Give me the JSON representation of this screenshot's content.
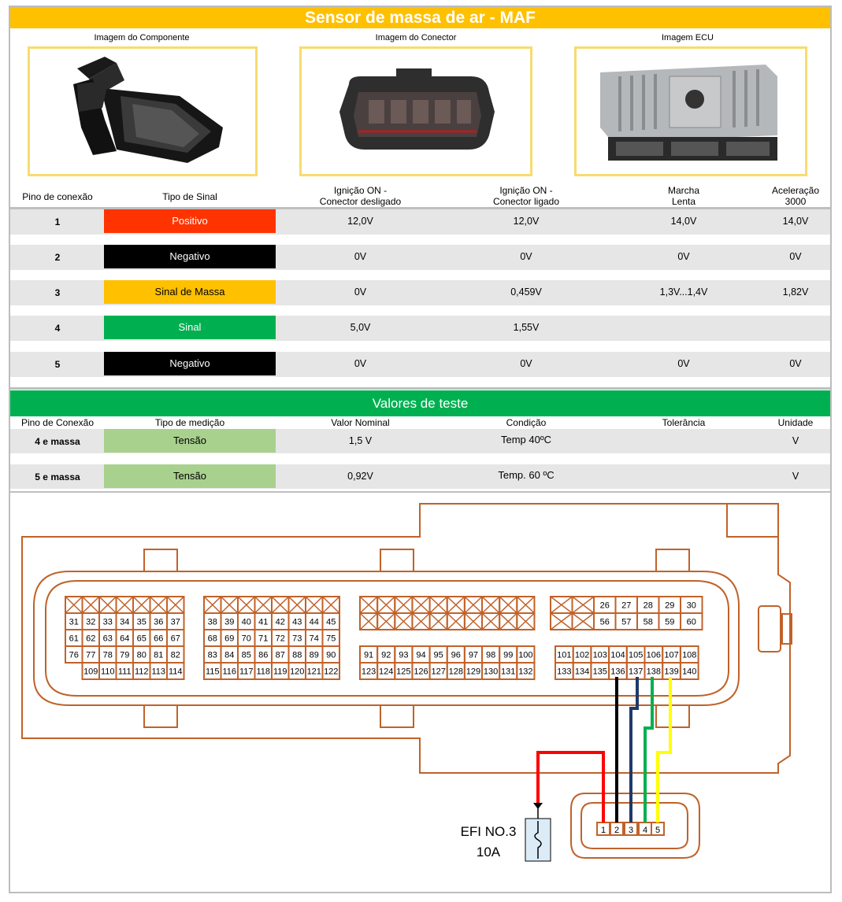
{
  "title": "Sensor de massa de ar - MAF",
  "images": {
    "component": "Imagem do Componente",
    "connector": "Imagem do Conector",
    "ecu": "Imagem ECU"
  },
  "table1": {
    "headers": {
      "pin": "Pino de conexão",
      "signal": "Tipo de Sinal",
      "ign_off_1": "Ignição ON -",
      "ign_off_2": "Conector desligado",
      "ign_on_1": "Ignição ON -",
      "ign_on_2": "Conector ligado",
      "idle_1": "Marcha",
      "idle_2": "Lenta",
      "accel_1": "Aceleração",
      "accel_2": "3000"
    },
    "rows": [
      {
        "pin": "1",
        "signal": "Positivo",
        "color": "#ff3300",
        "text": "#ffffff",
        "v1": "12,0V",
        "v2": "12,0V",
        "v3": "14,0V",
        "v4": "14,0V"
      },
      {
        "pin": "2",
        "signal": "Negativo",
        "color": "#000000",
        "text": "#ffffff",
        "v1": "0V",
        "v2": "0V",
        "v3": "0V",
        "v4": "0V"
      },
      {
        "pin": "3",
        "signal": "Sinal de Massa",
        "color": "#ffc000",
        "text": "#000000",
        "v1": "0V",
        "v2": "0,459V",
        "v3": "1,3V...1,4V",
        "v4": "1,82V"
      },
      {
        "pin": "4",
        "signal": "Sinal",
        "color": "#00b050",
        "text": "#ffffff",
        "v1": "5,0V",
        "v2": "1,55V",
        "v3": "",
        "v4": ""
      },
      {
        "pin": "5",
        "signal": "Negativo",
        "color": "#000000",
        "text": "#ffffff",
        "v1": "0V",
        "v2": "0V",
        "v3": "0V",
        "v4": "0V"
      }
    ]
  },
  "test": {
    "title": "Valores de teste",
    "headers": {
      "pin": "Pino de Conexão",
      "type": "Tipo de medição",
      "nominal": "Valor Nominal",
      "condition": "Condição",
      "tolerance": "Tolerância",
      "unit": "Unidade"
    },
    "rows": [
      {
        "pin": "4 e massa",
        "type": "Tensão",
        "nominal": "1,5 V",
        "condition": "Temp 40ºC",
        "tolerance": "",
        "unit": "V"
      },
      {
        "pin": "5 e massa",
        "type": "Tensão",
        "nominal": "0,92V",
        "condition": "Temp. 60 ºC",
        "tolerance": "",
        "unit": "V"
      }
    ]
  },
  "diagram": {
    "fuse_label_1": "EFI NO.3",
    "fuse_label_2": "10A",
    "pin_groups": [
      {
        "rows": [
          [
            "",
            "",
            "",
            "",
            "",
            "",
            "",
            ""
          ],
          [
            "31",
            "32",
            "33",
            "34",
            "35",
            "36",
            "37"
          ],
          [
            "61",
            "62",
            "63",
            "64",
            "65",
            "66",
            "67"
          ],
          [
            "76",
            "77",
            "78",
            "79",
            "80",
            "81",
            "82"
          ],
          [
            "109",
            "110",
            "111",
            "112",
            "113",
            "114"
          ]
        ]
      },
      {
        "rows": [
          [
            "",
            "",
            "",
            "",
            "",
            "",
            "",
            ""
          ],
          [
            "38",
            "39",
            "40",
            "41",
            "42",
            "43",
            "44",
            "45"
          ],
          [
            "68",
            "69",
            "70",
            "71",
            "72",
            "73",
            "74",
            "75"
          ],
          [
            "83",
            "84",
            "85",
            "86",
            "87",
            "88",
            "89",
            "90"
          ],
          [
            "115",
            "116",
            "117",
            "118",
            "119",
            "120",
            "121",
            "122"
          ]
        ]
      },
      {
        "rows": [
          [
            "91",
            "92",
            "93",
            "94",
            "95",
            "96",
            "97",
            "98",
            "99",
            "100"
          ],
          [
            "123",
            "124",
            "125",
            "126",
            "127",
            "128",
            "129",
            "130",
            "131",
            "132"
          ]
        ]
      },
      {
        "rows": [
          [
            "26",
            "27",
            "28",
            "29",
            "30"
          ],
          [
            "56",
            "57",
            "58",
            "59",
            "60"
          ],
          [
            "101",
            "102",
            "103",
            "104",
            "105",
            "106",
            "107",
            "108"
          ],
          [
            "133",
            "134",
            "135",
            "136",
            "137",
            "138",
            "139",
            "140"
          ]
        ]
      }
    ],
    "connector_pins": [
      "1",
      "2",
      "3",
      "4",
      "5"
    ],
    "wire_colors": [
      "#ff0000",
      "#000000",
      "#1f3a68",
      "#00b050",
      "#ffff00"
    ],
    "line_color": "#c0622a"
  }
}
